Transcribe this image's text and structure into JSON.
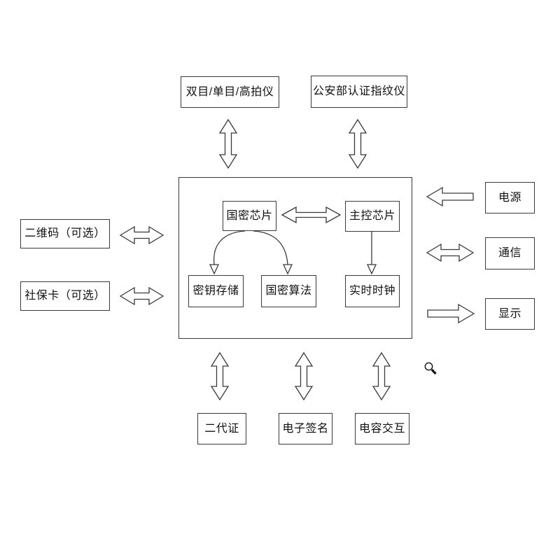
{
  "diagram": {
    "type": "block-diagram",
    "colors": {
      "background": "#ffffff",
      "line": "#3a3a3a",
      "text": "#111111"
    },
    "nodes": {
      "top": [
        {
          "id": "scanner",
          "label": "双目/单目/高拍仪"
        },
        {
          "id": "fingerprint-reader",
          "label": "公安部认证指纹仪"
        }
      ],
      "left": [
        {
          "id": "qr-code",
          "label": "二维码（可选）"
        },
        {
          "id": "social-security-card",
          "label": "社保卡（可选）"
        }
      ],
      "right": [
        {
          "id": "power",
          "label": "电源"
        },
        {
          "id": "communication",
          "label": "通信"
        },
        {
          "id": "display",
          "label": "显示"
        }
      ],
      "bottom": [
        {
          "id": "id-card",
          "label": "二代证"
        },
        {
          "id": "e-signature",
          "label": "电子签名"
        },
        {
          "id": "capacitive-touch",
          "label": "电容交互"
        }
      ],
      "inner": [
        {
          "id": "crypto-chip",
          "label": "国密芯片"
        },
        {
          "id": "main-chip",
          "label": "主控芯片"
        },
        {
          "id": "key-storage",
          "label": "密钥存储"
        },
        {
          "id": "crypto-algorithm",
          "label": "国密算法"
        },
        {
          "id": "rtc",
          "label": "实时时钟"
        }
      ],
      "core_module": {
        "id": "core-module",
        "label": ""
      }
    },
    "connections": [
      {
        "from": "scanner",
        "to": "core-module",
        "direction": "bidirectional"
      },
      {
        "from": "fingerprint-reader",
        "to": "core-module",
        "direction": "bidirectional"
      },
      {
        "from": "qr-code",
        "to": "core-module",
        "direction": "bidirectional"
      },
      {
        "from": "social-security-card",
        "to": "core-module",
        "direction": "bidirectional"
      },
      {
        "from": "power",
        "to": "core-module",
        "direction": "one-way"
      },
      {
        "from": "communication",
        "to": "core-module",
        "direction": "bidirectional"
      },
      {
        "from": "core-module",
        "to": "display",
        "direction": "one-way"
      },
      {
        "from": "id-card",
        "to": "core-module",
        "direction": "bidirectional"
      },
      {
        "from": "e-signature",
        "to": "core-module",
        "direction": "bidirectional"
      },
      {
        "from": "capacitive-touch",
        "to": "core-module",
        "direction": "bidirectional"
      },
      {
        "from": "crypto-chip",
        "to": "main-chip",
        "direction": "bidirectional"
      },
      {
        "from": "crypto-chip",
        "to": "key-storage",
        "direction": "one-way"
      },
      {
        "from": "crypto-chip",
        "to": "crypto-algorithm",
        "direction": "one-way"
      },
      {
        "from": "main-chip",
        "to": "rtc",
        "direction": "one-way"
      }
    ],
    "icons": [
      {
        "name": "search-icon"
      }
    ]
  }
}
